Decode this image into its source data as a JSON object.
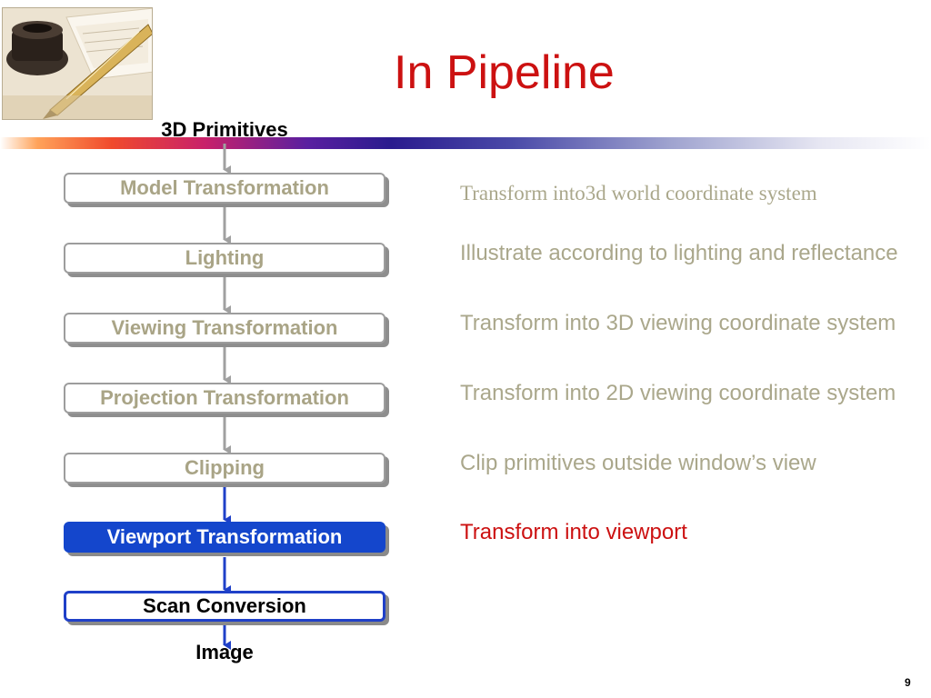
{
  "title": "In Pipeline",
  "pipeline": {
    "input_label": "3D Primitives",
    "output_label": "Image",
    "stages": [
      {
        "label": "Model Transformation",
        "state": "done"
      },
      {
        "label": "Lighting",
        "state": "done"
      },
      {
        "label": "Viewing Transformation",
        "state": "done"
      },
      {
        "label": "Projection Transformation",
        "state": "done"
      },
      {
        "label": "Clipping",
        "state": "done"
      },
      {
        "label": "Viewport Transformation",
        "state": "current"
      },
      {
        "label": "Scan Conversion",
        "state": "pending"
      }
    ]
  },
  "descriptions": [
    "Transform into3d world coordinate system",
    "Illustrate according to lighting and reflectance",
    "Transform into 3D viewing coordinate system",
    "Transform into 2D viewing coordinate system",
    "Clip primitives outside window’s view",
    "Transform into viewport"
  ],
  "page_number": "9",
  "colors": {
    "title": "#cc1111",
    "active_stage": "#1446cc",
    "inactive_text": "#a9a486",
    "active_description": "#cc1111"
  },
  "decor": {
    "photo": "pen-and-inkwell-photo"
  }
}
